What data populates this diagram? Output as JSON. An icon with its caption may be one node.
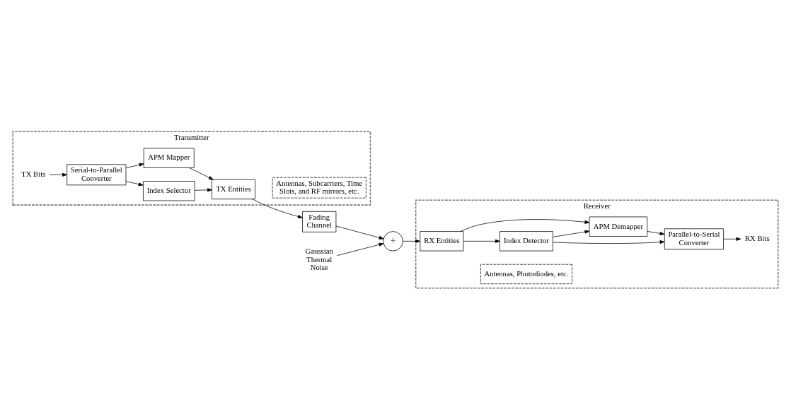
{
  "diagram": {
    "nodes": [
      {
        "text": [
          "Transmitter"
        ]
      },
      {
        "text": [
          "TX Bits"
        ],
        "in": 0
      },
      {
        "text": [
          "Serial-to-Parallel Converter"
        ],
        "in": 0
      },
      {
        "text": [
          "Index Selector"
        ],
        "in": 0
      },
      {
        "text": [
          "APM Mapper"
        ],
        "in": 0
      },
      {
        "text": [
          "TX Entities"
        ],
        "in": 0
      },
      {
        "text": [
          "Antennas, Subcarriers, Time Slots, and RF mirrors, etc."
        ],
        "in": 0
      },
      {
        "text": [
          "Fading Channel"
        ]
      },
      {
        "text": [
          "+"
        ]
      },
      {
        "text": [
          "Gaussian Thermal Noise"
        ]
      },
      {
        "text": [
          "Receiver"
        ]
      },
      {
        "text": [
          "RX Entities"
        ],
        "in": 10
      },
      {
        "text": [
          "Antennas, Photodiodes, etc."
        ],
        "in": 10
      },
      {
        "text": [
          "Index Detector"
        ],
        "in": 10
      },
      {
        "text": [
          "APM Demapper"
        ],
        "in": 10
      },
      {
        "text": [
          "Parallel-to-Serial Converter"
        ],
        "in": 10
      },
      {
        "text": [
          "RX Bits"
        ],
        "in": 10
      }
    ],
    "edges": [
      {
        "from": 1,
        "to": 2,
        "arrow": "to"
      },
      {
        "from": 2,
        "to": 3,
        "arrow": "to"
      },
      {
        "from": 2,
        "to": 4,
        "arrow": "to"
      },
      {
        "from": 3,
        "to": 5,
        "arrow": "to"
      },
      {
        "from": 4,
        "to": 5,
        "arrow": "to"
      },
      {
        "from": 5,
        "to": 7,
        "arrow": "to"
      },
      {
        "from": 7,
        "to": 8,
        "arrow": "to"
      },
      {
        "from": 9,
        "to": 8,
        "arrow": "to"
      },
      {
        "from": 8,
        "to": 11,
        "arrow": "to"
      },
      {
        "from": 11,
        "to": 13,
        "arrow": "to"
      },
      {
        "from": 11,
        "to": 14,
        "arrow": "to"
      },
      {
        "from": 13,
        "to": 14,
        "arrow": "to"
      },
      {
        "from": 13,
        "to": 15,
        "arrow": "to"
      },
      {
        "from": 14,
        "to": 15,
        "arrow": "to"
      },
      {
        "from": 15,
        "to": 16,
        "arrow": "to"
      }
    ]
  }
}
